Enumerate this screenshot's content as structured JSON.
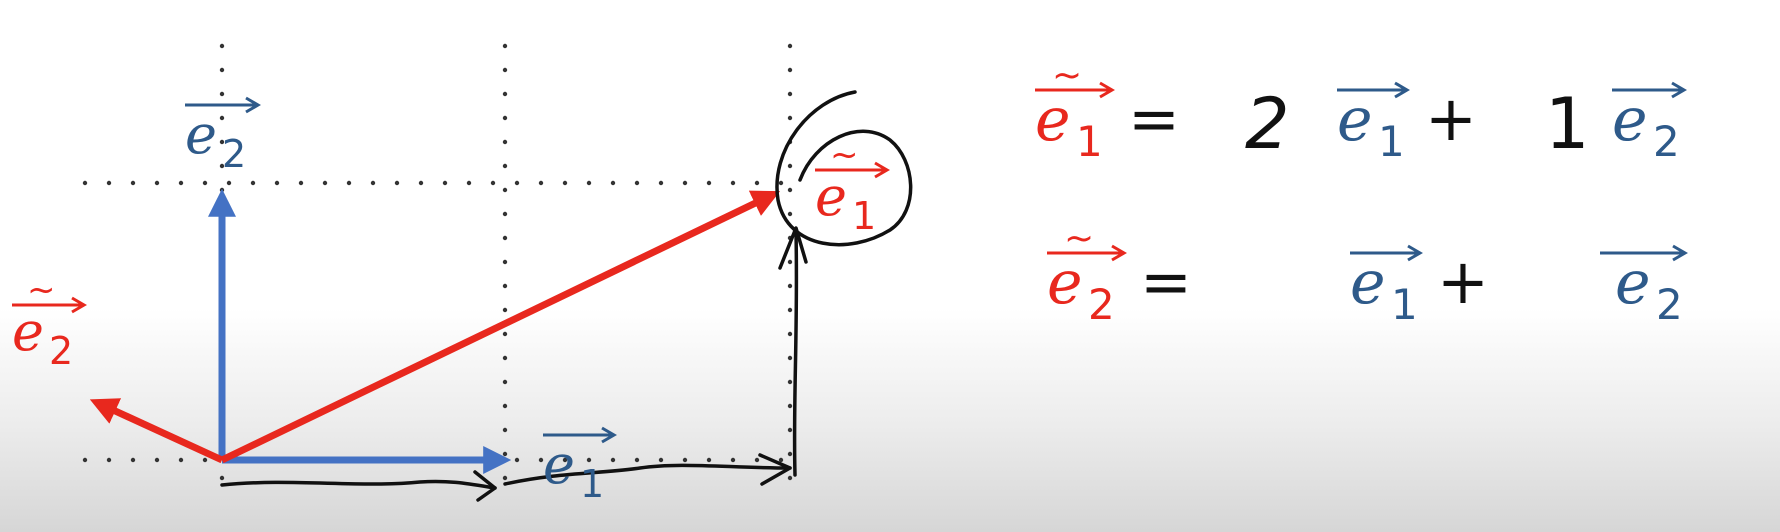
{
  "colors": {
    "basis": "#4472c4",
    "basis_label": "#2e5a8a",
    "new_basis": "#e8281e",
    "ink": "#111111",
    "grid_dot": "#333333"
  },
  "symbols": {
    "e": "e",
    "sub1": "1",
    "sub2": "2",
    "tilde": "~",
    "equals": "=",
    "plus": "+"
  },
  "equations": [
    {
      "lhs": "ẽ1",
      "coeff1": "2",
      "coeff2": "1"
    },
    {
      "lhs": "ẽ2",
      "coeff1": "",
      "coeff2": ""
    }
  ],
  "diagram": {
    "vectors": [
      {
        "name": "e1",
        "components": [
          1,
          0
        ],
        "basis": "old"
      },
      {
        "name": "e2",
        "components": [
          0,
          1
        ],
        "basis": "old"
      },
      {
        "name": "ẽ1",
        "components": [
          2,
          1
        ],
        "basis": "new"
      },
      {
        "name": "ẽ2",
        "components": [
          -0.5,
          0.25
        ],
        "basis": "new"
      }
    ]
  }
}
